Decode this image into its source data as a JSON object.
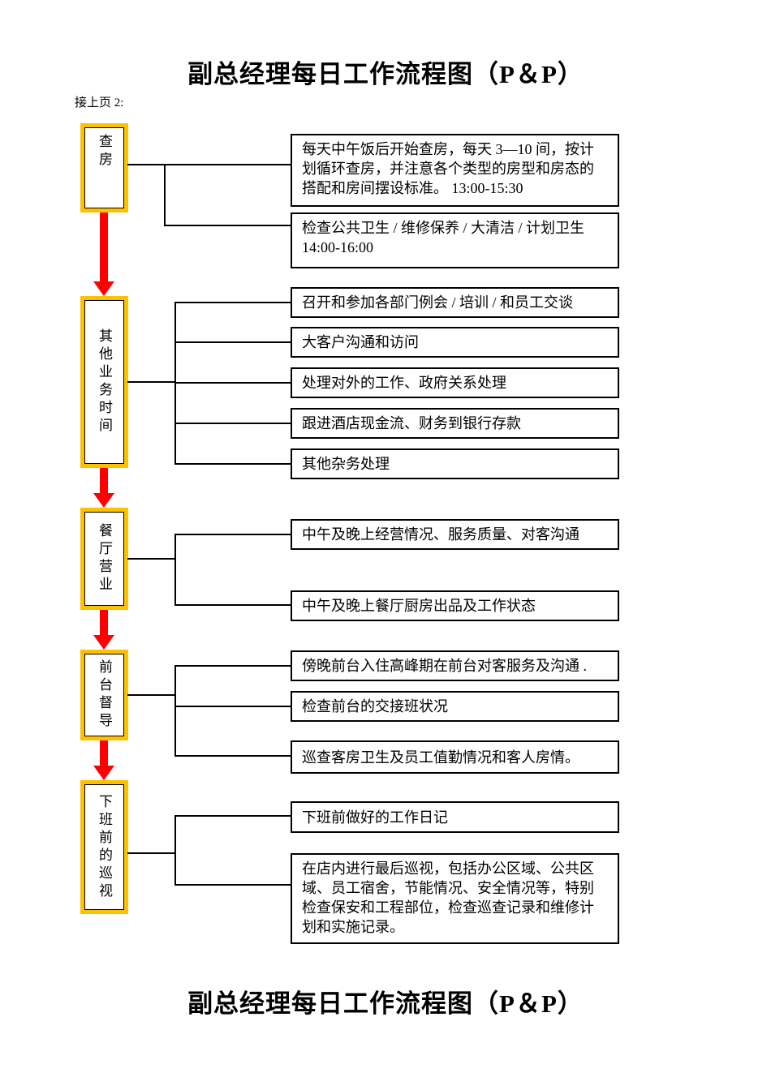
{
  "page": {
    "title_top": "副总经理每日工作流程图（P＆P）",
    "title_bottom": "副总经理每日工作流程图（P＆P）",
    "continuation_note": "接上页 2:"
  },
  "colors": {
    "stage_border": "#FFC000",
    "arrow": "#FF0000",
    "task_border": "#000000",
    "background": "#FFFFFF"
  },
  "flow": {
    "stages": [
      {
        "label": "查房",
        "tasks": [
          "每天中午饭后开始查房，每天 3—10 间，按计划循环查房，并注意各个类型的房型和房态的搭配和房间摆设标准。 13:00-15:30",
          "检查公共卫生 / 维修保养 / 大清洁 / 计划卫生 14:00-16:00"
        ]
      },
      {
        "label": "其他业务时间",
        "tasks": [
          "召开和参加各部门例会 / 培训 / 和员工交谈",
          "大客户沟通和访问",
          "处理对外的工作、政府关系处理",
          "跟进酒店现金流、财务到银行存款",
          "其他杂务处理"
        ]
      },
      {
        "label": "餐厅营业",
        "tasks": [
          "中午及晚上经营情况、服务质量、对客沟通",
          "中午及晚上餐厅厨房出品及工作状态"
        ]
      },
      {
        "label": "前台督导",
        "tasks": [
          "傍晚前台入住高峰期在前台对客服务及沟通 .",
          "检查前台的交接班状况",
          "巡查客房卫生及员工值勤情况和客人房情。"
        ]
      },
      {
        "label": "下班前的巡视",
        "tasks": [
          "下班前做好的工作日记",
          "在店内进行最后巡视，包括办公区域、公共区域、员工宿舍，节能情况、安全情况等，特别检查保安和工程部位，检查巡查记录和维修计划和实施记录。"
        ]
      }
    ]
  }
}
